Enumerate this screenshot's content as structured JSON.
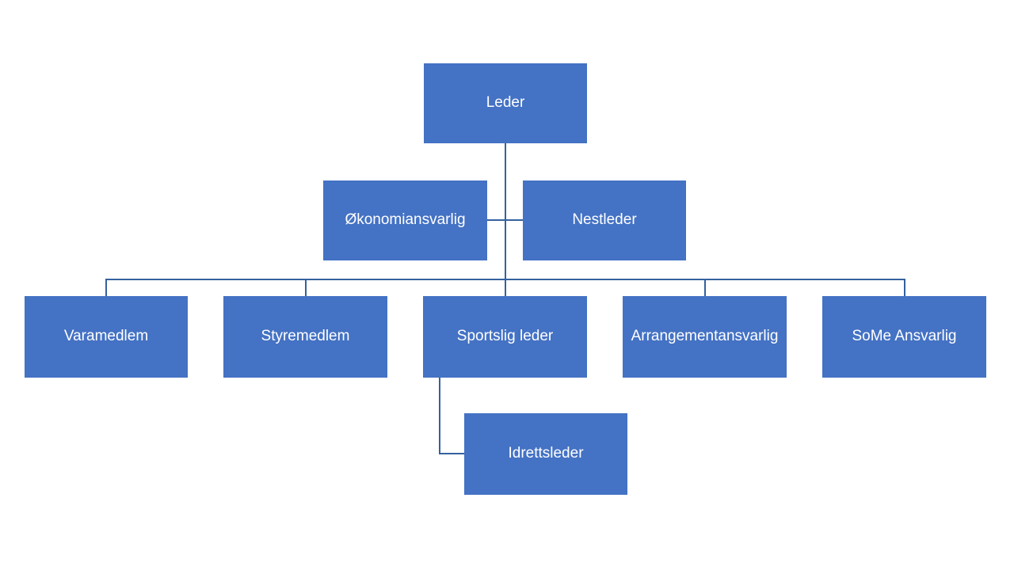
{
  "org_chart": {
    "nodes": [
      {
        "id": "leder",
        "label": "Leder"
      },
      {
        "id": "okonomiansvarlig",
        "label": "Økonomiansvarlig"
      },
      {
        "id": "nestleder",
        "label": "Nestleder"
      },
      {
        "id": "varamedlem",
        "label": "Varamedlem"
      },
      {
        "id": "styremedlem",
        "label": "Styremedlem"
      },
      {
        "id": "sportslig-leder",
        "label": "Sportslig leder"
      },
      {
        "id": "arrangementansvarlig",
        "label": "Arrangementansvarlig"
      },
      {
        "id": "some-ansvarlig",
        "label": "SoMe Ansvarlig"
      },
      {
        "id": "idrettsleder",
        "label": "Idrettsleder"
      }
    ],
    "edges": [
      {
        "from": "Leder",
        "to": "Økonomiansvarlig"
      },
      {
        "from": "Leder",
        "to": "Nestleder"
      },
      {
        "from": "Leder",
        "to": "Varamedlem"
      },
      {
        "from": "Leder",
        "to": "Styremedlem"
      },
      {
        "from": "Leder",
        "to": "Sportslig leder"
      },
      {
        "from": "Leder",
        "to": "Arrangementansvarlig"
      },
      {
        "from": "Leder",
        "to": "SoMe Ansvarlig"
      },
      {
        "from": "Sportslig leder",
        "to": "Idrettsleder"
      }
    ],
    "colors": {
      "node_fill": "#4472C4",
      "node_text": "#FFFFFF",
      "connector": "#35619E",
      "background": "#FFFFFF"
    }
  }
}
